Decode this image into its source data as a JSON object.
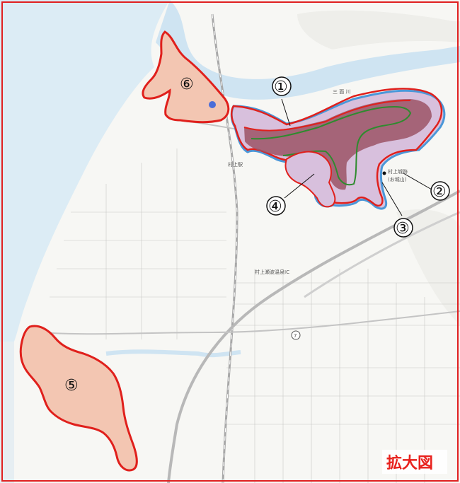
{
  "map": {
    "title": "拡大図",
    "colors": {
      "sea": "#dcecf5",
      "land": "#f7f7f4",
      "frame": "#e02020",
      "zone_fill": "#f3c6b2",
      "zone_dark": "#9c5466",
      "zone_light": "#d8c0dd",
      "boundary_red": "#e0201c",
      "boundary_blue": "#4b97d8",
      "boundary_green": "#2e8b2e",
      "river": "#cfe4f2"
    },
    "zones": [
      {
        "id": "1",
        "label": "①"
      },
      {
        "id": "2",
        "label": "②"
      },
      {
        "id": "3",
        "label": "③"
      },
      {
        "id": "4",
        "label": "④"
      },
      {
        "id": "5",
        "label": "⑤"
      },
      {
        "id": "6",
        "label": "⑥"
      }
    ],
    "place_labels": {
      "river": "三 面 川",
      "station": "村上駅",
      "castle": "村上城跡",
      "castle_sub": "(お城山)",
      "interchange": "村上瀬波温泉IC",
      "route_num": "7"
    }
  }
}
